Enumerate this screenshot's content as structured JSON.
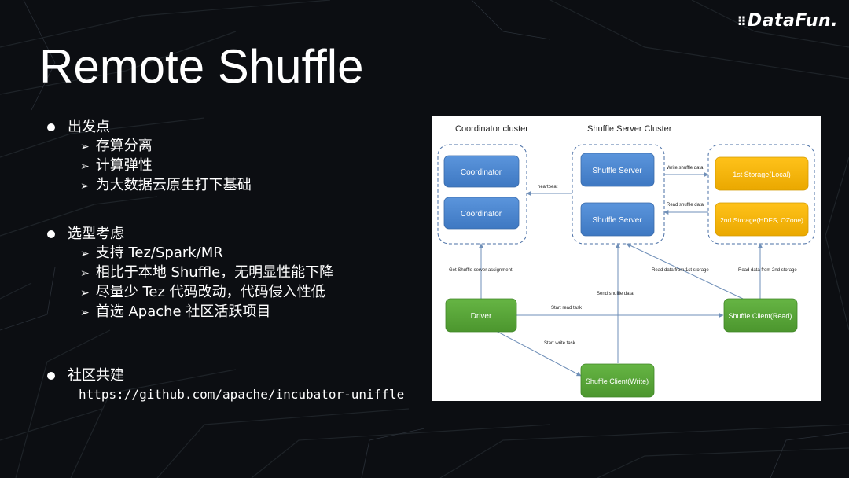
{
  "brand": {
    "logo_text": "DataFun."
  },
  "slide": {
    "title": "Remote Shuffle"
  },
  "sections": [
    {
      "heading": "出发点",
      "items": [
        "存算分离",
        "计算弹性",
        "为大数据云原生打下基础"
      ]
    },
    {
      "heading": "选型考虑",
      "items": [
        "支持 Tez/Spark/MR",
        "相比于本地 Shuffle，无明显性能下降",
        "尽量少 Tez 代码改动，代码侵入性低",
        "首选 Apache 社区活跃项目"
      ]
    },
    {
      "heading": "社区共建",
      "url": "https://github.com/apache/incubator-uniffle"
    }
  ],
  "diagram": {
    "groups": {
      "coordinator": "Coordinator cluster",
      "shuffle_server": "Shuffle Server Cluster"
    },
    "nodes": {
      "coordinator_1": "Coordinator",
      "coordinator_2": "Coordinator",
      "shuffle_server_1": "Shuffle Server",
      "shuffle_server_2": "Shuffle Server",
      "storage_1": "1st Storage(Local)",
      "storage_2": "2nd Storage(HDFS, OZone)",
      "driver": "Driver",
      "client_read": "Shuffle Client(Read)",
      "client_write": "Shuffle Client(Write)"
    },
    "edges": {
      "heartbeat": "heartbeat",
      "write_shuffle": "Write shuffle data",
      "read_shuffle": "Read shuffle data",
      "get_assignment": "Get Shuffle server assignment",
      "read_storage_1": "Read data from 1st storage",
      "read_storage_2": "Read data from 2nd storage",
      "send_shuffle": "Send shuffle data",
      "start_read": "Start read task",
      "start_write": "Start write task"
    },
    "colors": {
      "blue": "#4a86d0",
      "yellow": "#f5b700",
      "green": "#5aa83a",
      "line": "#6f8fb8"
    }
  }
}
